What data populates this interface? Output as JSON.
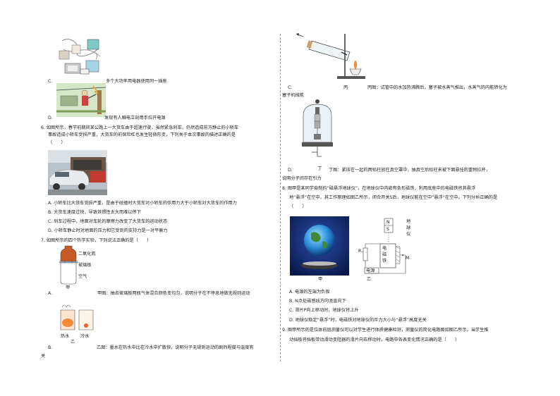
{
  "left": {
    "opt_c_letter": "C.",
    "opt_c_text": "多个大功率用电器使用同一插座",
    "opt_d_letter": "D.",
    "opt_d_text": "发现有人触电立刻用手拉开电源",
    "q6_line1": "6. 如图所示，春节前期间某公路上一大货车由于超速行驶，虽然紧急刹车，仍然造成前方静止的小轿车",
    "q6_line2": "事故造成小轿车受损严重，大货车的前保险杠也发生轻微形变，下列关于本次事故的描述正确的是",
    "q6_bracket": "（　　）",
    "q6_a": "A. 小轿车比大货车受损严重，是由于碰撞时大货车对小轿车的作用力大于小轿车对大货车的作用力",
    "q6_b": "B. 大货车速度过快，导致其惯性太大而难以停下",
    "q6_c": "C. 刹车过程中，地面对车轮的摩擦力改变了大货车的运动状态",
    "q6_d": "D. 小轿车静止时对地面的压力和它受到的支持力是一对平衡力",
    "q7_line": "7. 如图所示的四个热学实验，下列说法正确的是（　　）",
    "jia_label1": "二氧化氮",
    "jia_label2": "玻璃板",
    "jia_label3": "空气",
    "jia_caption": "甲",
    "q7_a_letter": "A.",
    "q7_a_text": "甲图：抽去玻璃板两瓶气体混合颜色变均匀，说明分子在不停息地做无规则运动",
    "yi_hot": "热水",
    "yi_cold": "冷水",
    "yi_caption": "乙",
    "q7_b_letter": "B.",
    "q7_b_text": "乙图：墨水在热水中比在冷水中扩散快，说明分子无规则运动的剧烈程度与温度有",
    "q7_b_cont": "关"
  },
  "right": {
    "bing_caption": "丙",
    "q7_c_letter": "C.",
    "q7_c_text": "丙图：试管中的水加热沸腾后，塞子被水蒸气推出，水蒸气的内能转化为",
    "q7_c_cont": "塞子机械能",
    "ding_caption": "丁",
    "q7_d_letter": "D.",
    "q7_d_text": "丁图：紧压在一起的两铅柱放在真空罩中，抽真空后铅柱未被下面悬挂的重物拉开，",
    "q7_d_cont": "说明分子间存在引力",
    "q8_line1": "8. 图甲是某同学自制的“磁悬浮地球仪”，在地球仪中内嵌有条形磁铁，利用底座中的电磁铁将其悬浮",
    "q8_line2": "地“悬浮”在空中，其工作原理如图乙所示，闭合开关S后，地球仪能在空中“悬浮”在空中。下列分析正确的是",
    "q8_bracket": "（　　）",
    "fig_jia": "甲",
    "fig_yi": "乙",
    "label_globe1": "地",
    "label_globe2": "球",
    "label_globe3": "仪",
    "label_N": "N",
    "label_S": "S",
    "label_P": "P",
    "label_coil1": "电",
    "label_coil2": "磁",
    "label_coil3": "铁",
    "label_M": "M",
    "label_power": "电源",
    "q8_a": "A. 电源的左端为负极",
    "q8_b": "B. N点处磁感线方向竖直向下",
    "q8_c": "C. 滑片P向上移动时，地球仪将上升",
    "q8_d": "D. 地球仪稳定“悬浮”时，电磁铁对地球仪的斥力大小与“悬浮”高度无关",
    "q9_line1": "9. 图甲所示的是位体前屈测量仪可以对学生进行体质健康检测，测量仪的简化电路图如图乙所示，当学生推",
    "q9_line2": "动挡板将挡板带动滑动变阻器的滑片向右移动时，电路中各表变化情况正确的是（　　）"
  }
}
